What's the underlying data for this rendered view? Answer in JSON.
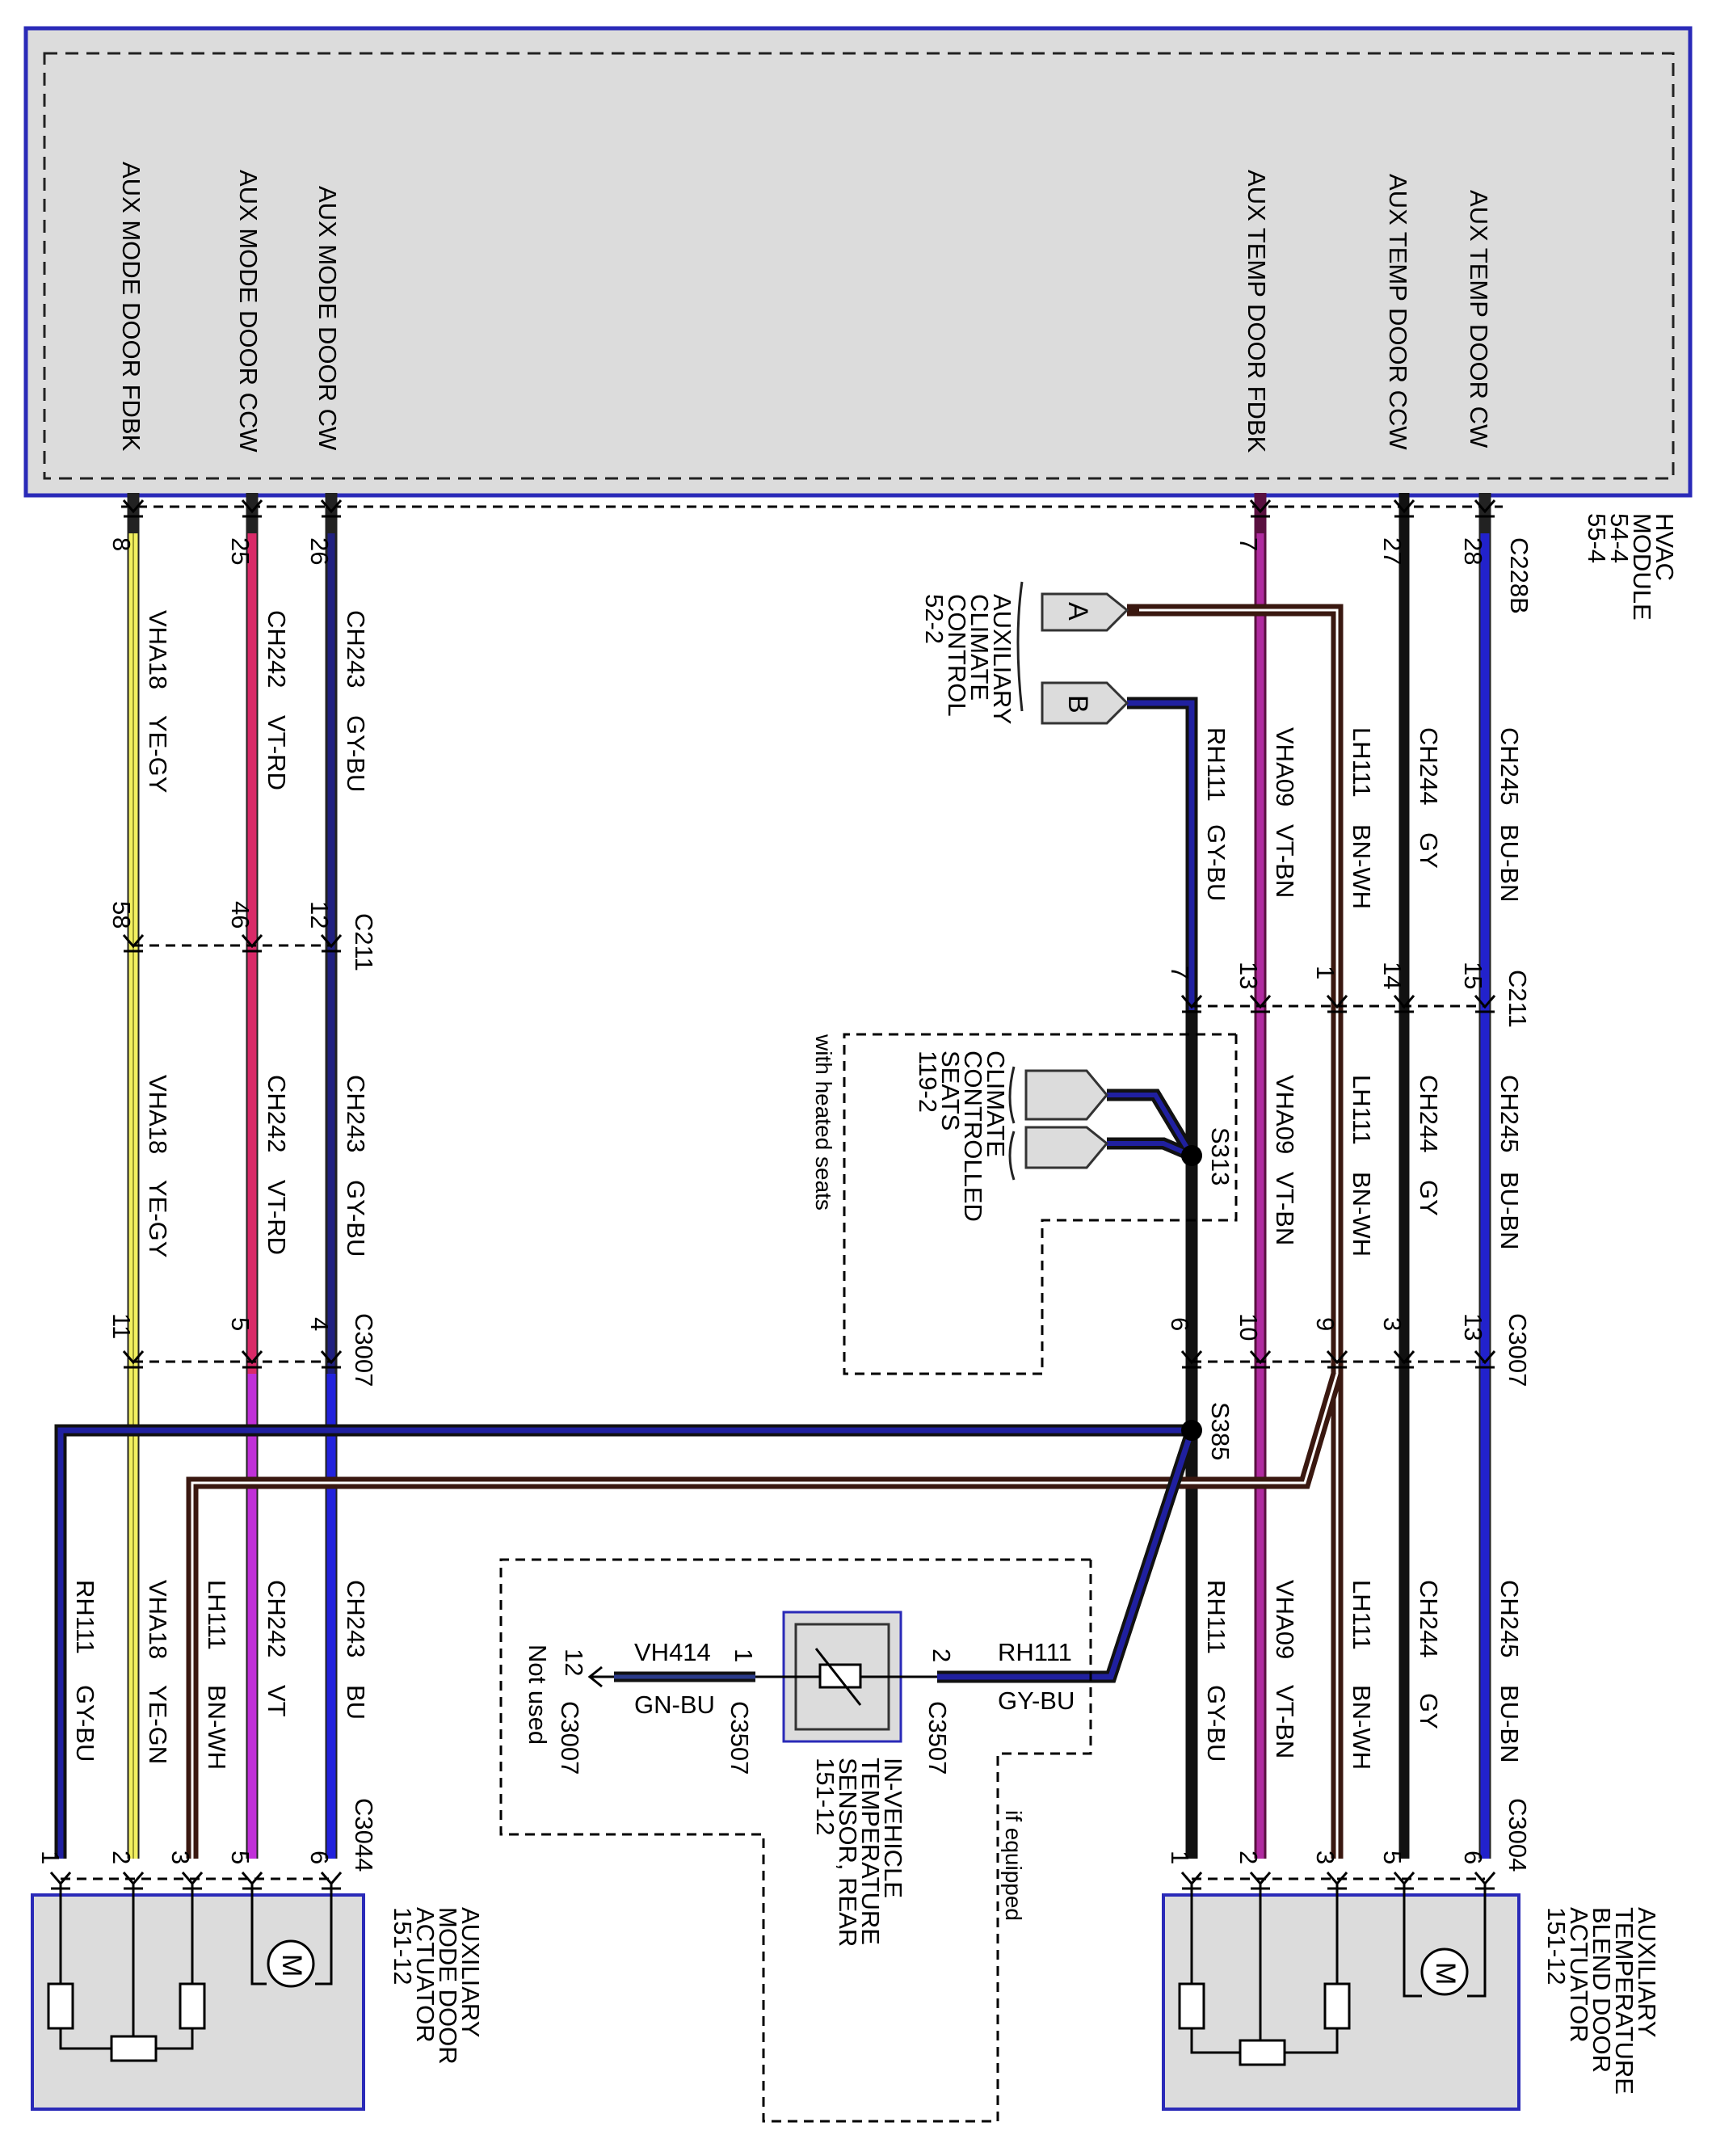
{
  "module": {
    "name_lines": [
      "HVAC",
      "MODULE",
      "54-4",
      "55-4"
    ],
    "connector": "C228B",
    "pins": [
      {
        "num": "8",
        "label": "AUX MODE DOOR FDBK"
      },
      {
        "num": "25",
        "label": "AUX MODE DOOR CCW"
      },
      {
        "num": "26",
        "label": "AUX MODE DOOR CW"
      },
      {
        "num": "7",
        "label": "AUX TEMP DOOR FDBK"
      },
      {
        "num": "27",
        "label": "AUX TEMP DOOR CCW"
      },
      {
        "num": "28",
        "label": "AUX TEMP DOOR CW"
      }
    ]
  },
  "connectors": {
    "c211": "C211",
    "c3007": "C3007",
    "c3004": "C3004",
    "c3044": "C3044",
    "c3507": "C3507"
  },
  "splices": {
    "s313": "S313",
    "s385": "S385"
  },
  "left_wires": [
    {
      "circuit": "VHA18",
      "color": "YE-GY"
    },
    {
      "circuit": "CH242",
      "color": "VT-RD"
    },
    {
      "circuit": "CH243",
      "color": "GY-BU"
    }
  ],
  "right_wires": [
    {
      "circuit": "RH111",
      "color": "GY-BU"
    },
    {
      "circuit": "VHA09",
      "color": "VT-BN"
    },
    {
      "circuit": "LH111",
      "color": "BN-WH"
    },
    {
      "circuit": "CH244",
      "color": "GY"
    },
    {
      "circuit": "CH245",
      "color": "BU-BN"
    }
  ],
  "left_lower_wires": [
    {
      "circuit": "RH111",
      "color": "GY-BU"
    },
    {
      "circuit": "VHA18",
      "color": "YE-GN"
    },
    {
      "circuit": "LH111",
      "color": "BN-WH"
    },
    {
      "circuit": "CH242",
      "color": "VT"
    },
    {
      "circuit": "CH243",
      "color": "BU"
    }
  ],
  "pin_numbers": {
    "c211_left": [
      "58",
      "46",
      "12"
    ],
    "c211_right": [
      "7",
      "13",
      "1",
      "14",
      "15"
    ],
    "c3007_left": [
      "11",
      "5",
      "4"
    ],
    "c3007_right": [
      "6",
      "10",
      "9",
      "3",
      "13"
    ],
    "act_left": [
      "1",
      "2",
      "3",
      "5",
      "6"
    ],
    "act_right": [
      "1",
      "2",
      "3",
      "5",
      "6"
    ],
    "sensor": [
      "1",
      "2"
    ],
    "not_used_pin": "12"
  },
  "aux_climate": {
    "lines": [
      "AUXILIARY",
      "CLIMATE",
      "CONTROL",
      "52-2"
    ],
    "flag_a": "A",
    "flag_b": "B"
  },
  "climate_seats": {
    "lines": [
      "CLIMATE",
      "CONTROLLED",
      "SEATS",
      "119-2"
    ],
    "note": "with heated seats"
  },
  "sensor": {
    "lines": [
      "IN-VEHICLE",
      "TEMPERATURE",
      "SENSOR, REAR",
      "151-12"
    ],
    "wire_circuit": "VH414",
    "wire_color": "GN-BU",
    "signal_circuit": "RH111",
    "signal_color": "GY-BU",
    "not_used": "Not used",
    "if_equipped": "if equipped"
  },
  "actuator_mode": {
    "lines": [
      "AUXILIARY",
      "MODE DOOR",
      "ACTUATOR",
      "151-12"
    ]
  },
  "actuator_blend": {
    "lines": [
      "AUXILIARY",
      "TEMPERATURE",
      "BLEND DOOR",
      "ACTUATOR",
      "151-12"
    ]
  },
  "motor_symbol": "M"
}
